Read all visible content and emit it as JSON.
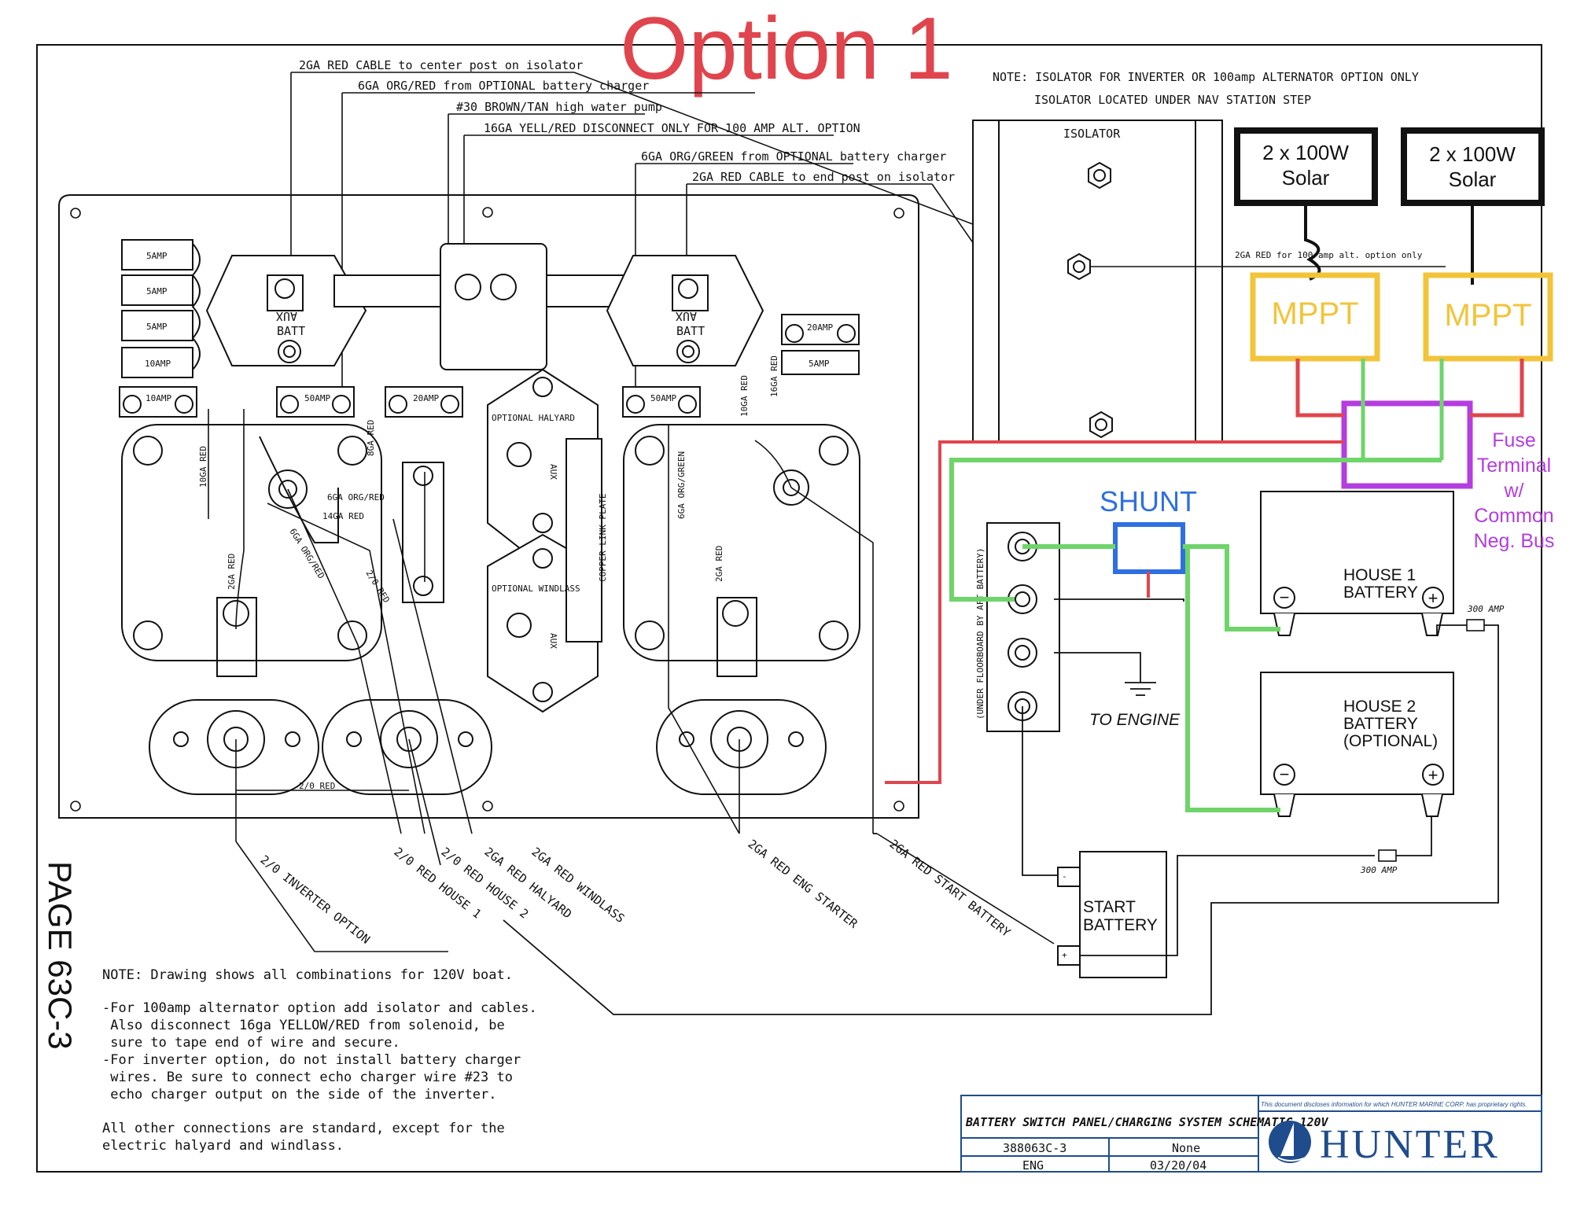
{
  "title": "Option 1",
  "top_notes": {
    "isolator_note": "NOTE: ISOLATOR FOR INVERTER OR 100amp ALTERNATOR OPTION ONLY",
    "isolator_location": "ISOLATOR LOCATED UNDER NAV STATION STEP"
  },
  "callouts_top": [
    "2GA RED CABLE to center post on isolator",
    "6GA ORG/RED from OPTIONAL battery charger",
    "#30 BROWN/TAN high water pump",
    "16GA YELL/RED DISCONNECT ONLY FOR 100 AMP ALT. OPTION",
    "6GA ORG/GREEN from OPTIONAL battery charger",
    "2GA RED CABLE to end post on isolator"
  ],
  "isolator": {
    "label": "ISOLATOR",
    "alt_note": "2GA RED for 100 amp alt. option only"
  },
  "solar": [
    {
      "line1": "2 x 100W",
      "line2": "Solar"
    },
    {
      "line1": "2 x 100W",
      "line2": "Solar"
    }
  ],
  "mppt": [
    "MPPT",
    "MPPT"
  ],
  "fuse_terminal": [
    "Fuse",
    "Terminal",
    "w/",
    "Common",
    "Neg. Bus"
  ],
  "shunt": "SHUNT",
  "fuses": [
    "5AMP",
    "5AMP",
    "5AMP",
    "10AMP",
    "10AMP",
    "50AMP",
    "20AMP",
    "50AMP",
    "20AMP",
    "5AMP"
  ],
  "solenoid_labels": {
    "aux": "AUX",
    "batt": "BATT"
  },
  "panel_labels": {
    "optional_halyard": "OPTIONAL HALYARD",
    "optional_windlass": "OPTIONAL WINDLASS",
    "copper_link": "COPPER LINK PLATE",
    "aux": "AUX"
  },
  "wire_labels": [
    "10GA RED",
    "6GA ORG/RED",
    "14GA RED",
    "6GA ORG/RED",
    "2/0 RED",
    "2GA RED",
    "8GA RED",
    "6GA ORG/GREEN",
    "2GA RED",
    "10GA RED",
    "16GA RED",
    "2/0 RED"
  ],
  "bottom_callouts": [
    "2/0 INVERTER OPTION",
    "2/0 RED HOUSE 1",
    "2/0 RED HOUSE 2",
    "2GA RED HALYARD",
    "2GA RED WINDLASS",
    "2GA RED ENG STARTER",
    "2GA RED START BATTERY"
  ],
  "floorboard_label": "(UNDER FLOORBOARD BY AFT BATTERY)",
  "to_engine": "TO ENGINE",
  "batteries": {
    "house1": [
      "HOUSE 1",
      "BATTERY"
    ],
    "house2": [
      "HOUSE 2",
      "BATTERY",
      "(OPTIONAL)"
    ],
    "start": [
      "START",
      "BATTERY"
    ],
    "fuse_300": "300 AMP"
  },
  "page_label": "PAGE 63C-3",
  "notes": [
    "NOTE: Drawing shows all combinations for 120V boat.",
    "-For 100amp alternator option add isolator and cables.",
    " Also disconnect 16ga YELLOW/RED from solenoid, be",
    " sure to tape end of wire and secure.",
    "-For inverter option, do not install battery charger",
    " wires. Be sure to connect echo charger wire #23 to",
    " echo charger output on the side of the inverter.",
    "All other connections are standard, except for the",
    "electric halyard and windlass."
  ],
  "title_block": {
    "title": "BATTERY SWITCH PANEL/CHARGING SYSTEM SCHEMATIC 120V",
    "drawing_no": "388063C-3",
    "scale": "None",
    "dept": "ENG",
    "date": "03/20/04",
    "disclaimer": "This document discloses information for which HUNTER MARINE CORP. has proprietary rights.",
    "brand": "HUNTER"
  },
  "colors": {
    "red": "#e0454d",
    "green": "#6fd46a",
    "purple": "#b43de0",
    "blue": "#2f6fe0",
    "yellow": "#f2c43a",
    "hunter_blue": "#1f4c8c"
  }
}
